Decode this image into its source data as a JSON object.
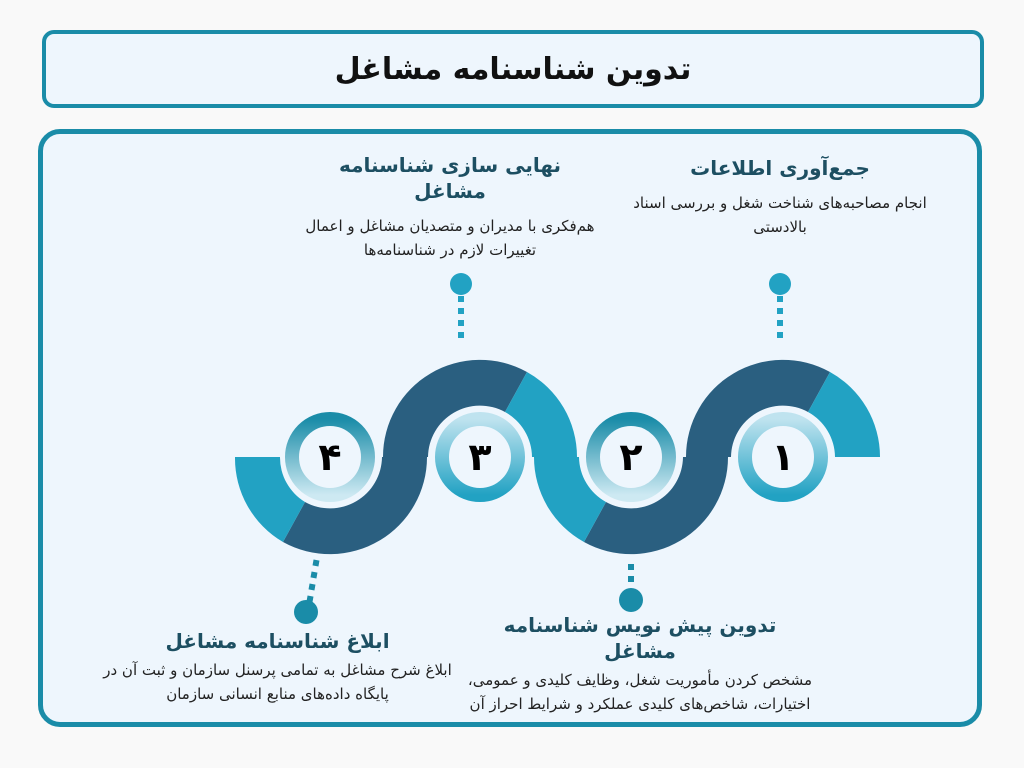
{
  "title": "تدوین شناسنامه مشاغل",
  "colors": {
    "border": "#1a8ca8",
    "panel_bg": "#eef6fd",
    "wave_dark": "#2a5f80",
    "wave_light": "#22a2c3",
    "heading": "#1d4f62"
  },
  "steps": [
    {
      "number": "۱",
      "title": "جمع‌آوری اطلاعات",
      "description": "انجام مصاحبه‌های شناخت شغل و بررسی اسناد بالادستی"
    },
    {
      "number": "۲",
      "title": "تدوین پیش نویس شناسنامه مشاغل",
      "description": "مشخص کردن مأموریت شغل، وظایف کلیدی و عمومی، اختیارات، شاخص‌های کلیدی عملکرد و شرایط احراز آن"
    },
    {
      "number": "۳",
      "title": "نهایی سازی شناسنامه مشاغل",
      "description": "هم‌فکری با مدیران و متصدیان مشاغل و اعمال تغییرات لازم در شناسنامه‌ها"
    },
    {
      "number": "۴",
      "title": "ابلاغ شناسنامه مشاغل",
      "description": "ابلاغ شرح مشاغل به تمامی پرسنل سازمان و ثبت آن در پایگاه داده‌های منابع انسانی سازمان"
    }
  ]
}
